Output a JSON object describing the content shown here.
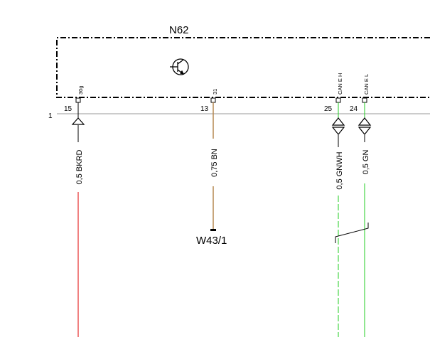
{
  "component": {
    "name": "N62",
    "row_marker": "1"
  },
  "pins": [
    {
      "signal": "30g",
      "number": "15"
    },
    {
      "signal": "31",
      "number": "13"
    },
    {
      "signal": "CAN E H",
      "number": "25"
    },
    {
      "signal": "CAN E L",
      "number": "24"
    }
  ],
  "wires": [
    {
      "label": "0,5 BKRD",
      "color": "#e00000"
    },
    {
      "label": "0,75 BN",
      "color": "#b58850"
    },
    {
      "label": "0,5 GNWH",
      "color": "#22cc22"
    },
    {
      "label": "0,5 GN",
      "color": "#22cc22"
    }
  ],
  "ground": {
    "label": "W43/1"
  },
  "icons": {
    "transistor": "transistor-icon",
    "connector_single": "connector-arrow-icon",
    "connector_double": "connector-double-arrow-icon"
  }
}
